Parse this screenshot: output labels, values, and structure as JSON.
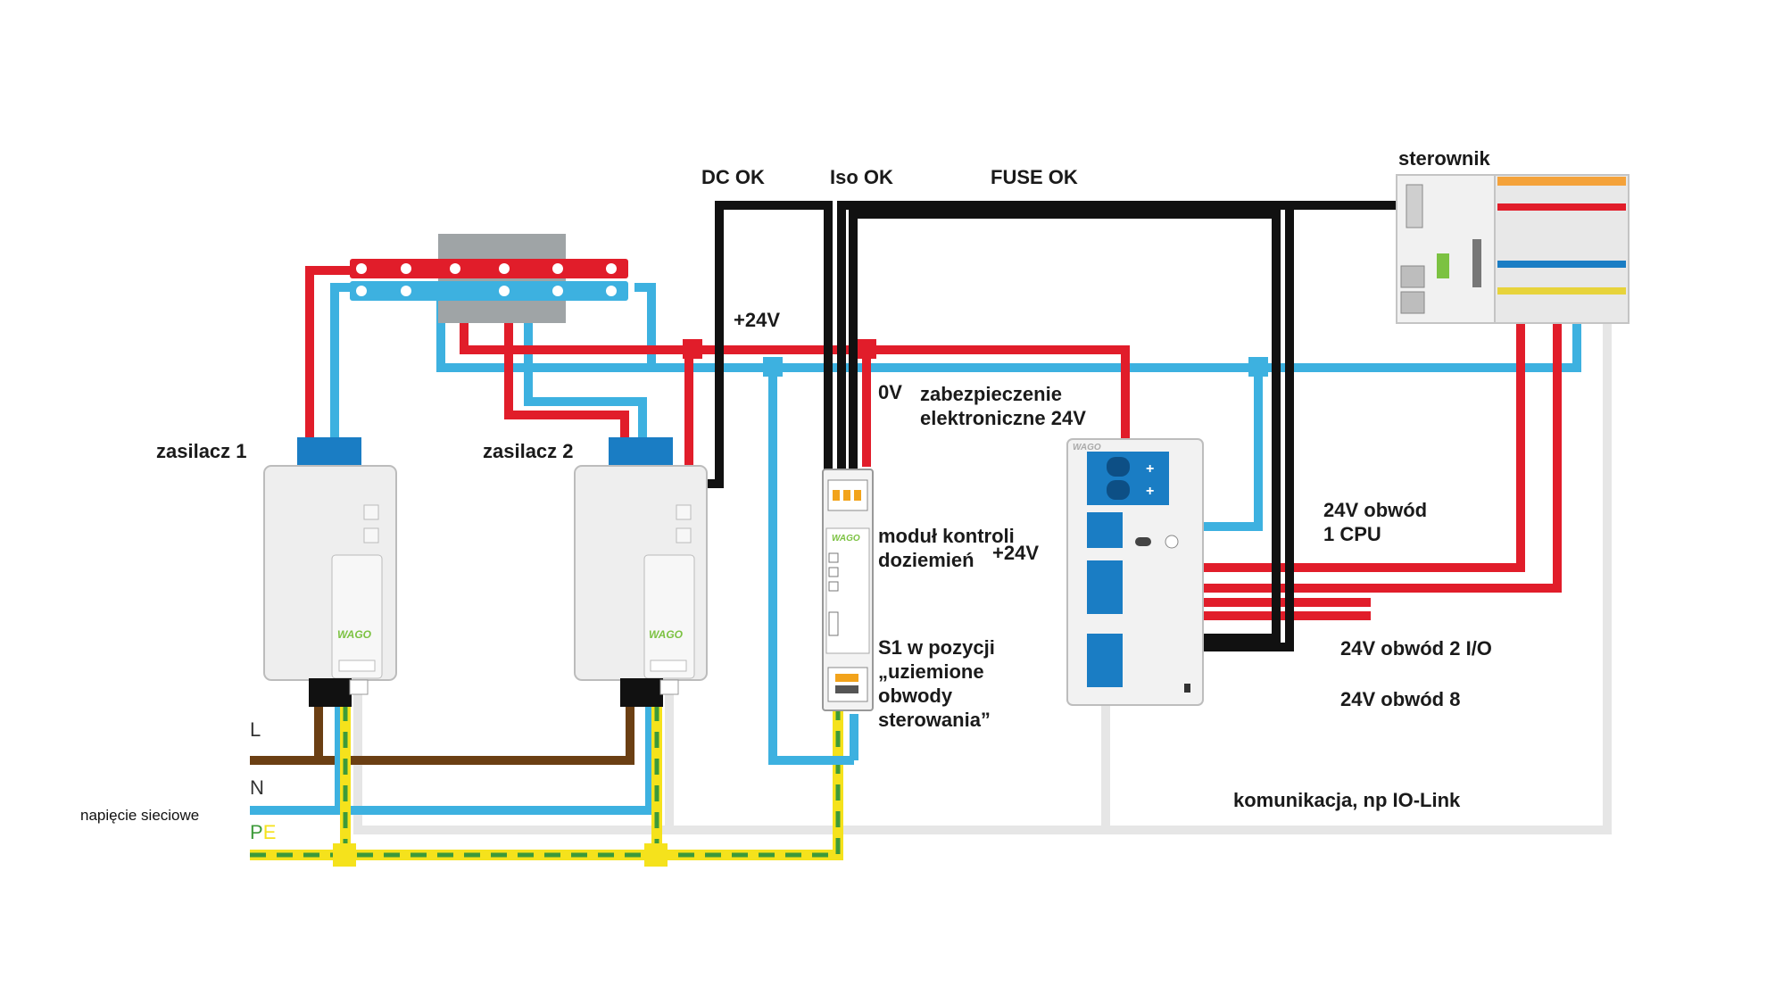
{
  "labels": {
    "dc_ok": "DC OK",
    "iso_ok": "Iso OK",
    "fuse_ok": "FUSE OK",
    "sterownik": "sterownik",
    "plus24v_top": "+24V",
    "zero_v": "0V",
    "zabezpieczenie_l1": "zabezpieczenie",
    "zabezpieczenie_l2": "elektroniczne 24V",
    "zasilacz1": "zasilacz 1",
    "zasilacz2": "zasilacz 2",
    "modul_l1": "moduł kontroli",
    "modul_l2": "doziemień",
    "plus24v_mid": "+24V",
    "s1_l1": "S1 w pozycji",
    "s1_l2": "„uziemione",
    "s1_l3": "obwody",
    "s1_l4": "sterowania”",
    "obwod1_l1": "24V obwód",
    "obwod1_l2": "1 CPU",
    "obwod2": "24V obwód 2 I/O",
    "obwod8": "24V obwód 8",
    "komunikacja": "komunikacja, np IO-Link",
    "line_l": "L",
    "line_n": "N",
    "line_p": "P",
    "line_e": "E",
    "napiecie": "napięcie sieciowe",
    "brand": "WAGO"
  },
  "colors": {
    "plus24v": "#e11d2a",
    "zero_v": "#3db1e0",
    "signal": "#111111",
    "live": "#6b3f13",
    "neutral": "#3db1e0",
    "pe_yellow": "#f5e21c",
    "pe_green": "#3d9a3a",
    "communication": "#e6e6e6",
    "brand_green": "#7cc242",
    "terminal_blue": "#1a7dc4"
  }
}
